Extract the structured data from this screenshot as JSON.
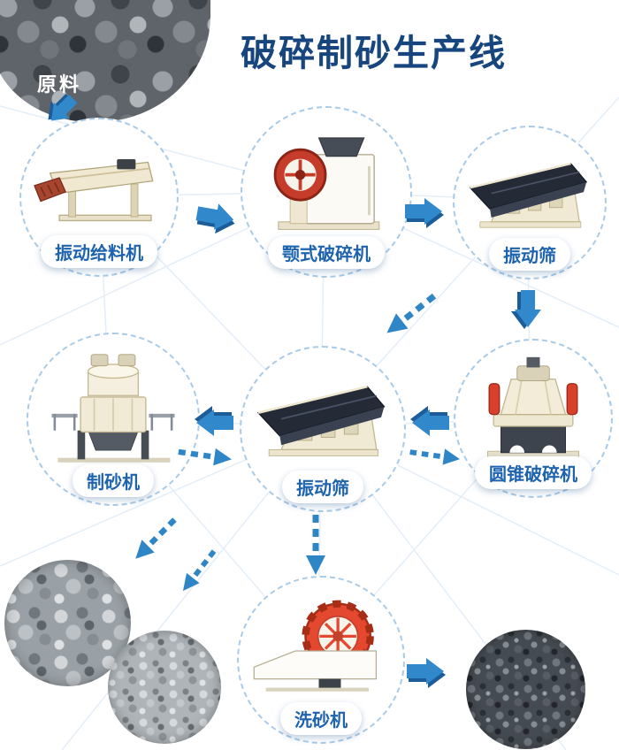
{
  "title": "破碎制砂生产线",
  "raw_material": {
    "label": "原料"
  },
  "nodes": [
    {
      "id": "vibrating-feeder",
      "label": "振动给料机"
    },
    {
      "id": "jaw-crusher",
      "label": "颚式破碎机"
    },
    {
      "id": "vibrating-screen-top",
      "label": "振动筛"
    },
    {
      "id": "sand-maker",
      "label": "制砂机"
    },
    {
      "id": "vibrating-screen-mid",
      "label": "振动筛"
    },
    {
      "id": "cone-crusher",
      "label": "圆锥破碎机"
    },
    {
      "id": "sand-washer",
      "label": "洗砂机"
    }
  ],
  "photos": [
    {
      "id": "raw-rock-photo"
    },
    {
      "id": "coarse-aggregate-photo"
    },
    {
      "id": "fine-aggregate-photo"
    },
    {
      "id": "washed-sand-photo"
    }
  ],
  "flow": [
    {
      "from": "raw-rock",
      "to": "vibrating-feeder",
      "style": "solid"
    },
    {
      "from": "vibrating-feeder",
      "to": "jaw-crusher",
      "style": "solid"
    },
    {
      "from": "jaw-crusher",
      "to": "vibrating-screen-top",
      "style": "solid"
    },
    {
      "from": "vibrating-screen-top",
      "to": "cone-crusher",
      "style": "solid"
    },
    {
      "from": "vibrating-screen-top",
      "to": "vibrating-screen-mid",
      "style": "dashed"
    },
    {
      "from": "cone-crusher",
      "to": "vibrating-screen-mid",
      "style": "solid"
    },
    {
      "from": "vibrating-screen-mid",
      "to": "cone-crusher",
      "style": "dashed"
    },
    {
      "from": "vibrating-screen-mid",
      "to": "sand-maker",
      "style": "solid"
    },
    {
      "from": "sand-maker",
      "to": "vibrating-screen-mid",
      "style": "dashed"
    },
    {
      "from": "sand-maker",
      "to": "coarse-aggregate",
      "style": "dashed"
    },
    {
      "from": "sand-maker",
      "to": "fine-aggregate",
      "style": "dashed"
    },
    {
      "from": "vibrating-screen-mid",
      "to": "sand-washer",
      "style": "dashed"
    },
    {
      "from": "sand-washer",
      "to": "washed-sand",
      "style": "solid"
    }
  ],
  "colors": {
    "title": "#17457E",
    "label_text": "#1E63AD",
    "arrow": "#2F86C7",
    "arrow_shadow": "#1C5D99",
    "circle_border": "#A9CBE8",
    "machine_red": "#C63C2A",
    "machine_cream": "#F0E9D4",
    "screen_dark": "#242B37"
  }
}
